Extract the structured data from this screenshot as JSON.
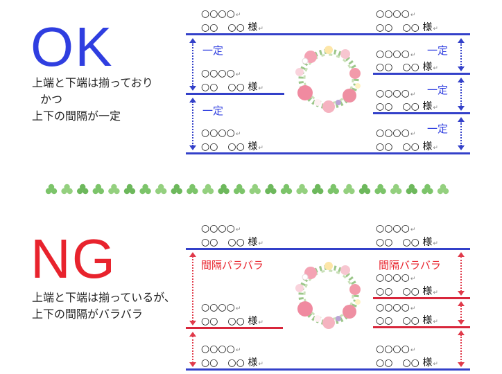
{
  "ok": {
    "title": "OK",
    "desc": [
      "上端と下端は揃っており",
      "かつ",
      "上下の間隔が一定"
    ],
    "spacing_label": "一定"
  },
  "ng": {
    "title": "NG",
    "desc": [
      "上端と下端は揃っているが、",
      "上下の間隔がバラバラ"
    ],
    "spacing_label": "間隔バラバラ"
  },
  "entry": {
    "line1": "○○○○",
    "line2": "○○　○○ 様",
    "mark": "↵"
  },
  "colors": {
    "ok": "#2f3ee0",
    "ng": "#e8232d",
    "divider": "#7cc46a"
  }
}
